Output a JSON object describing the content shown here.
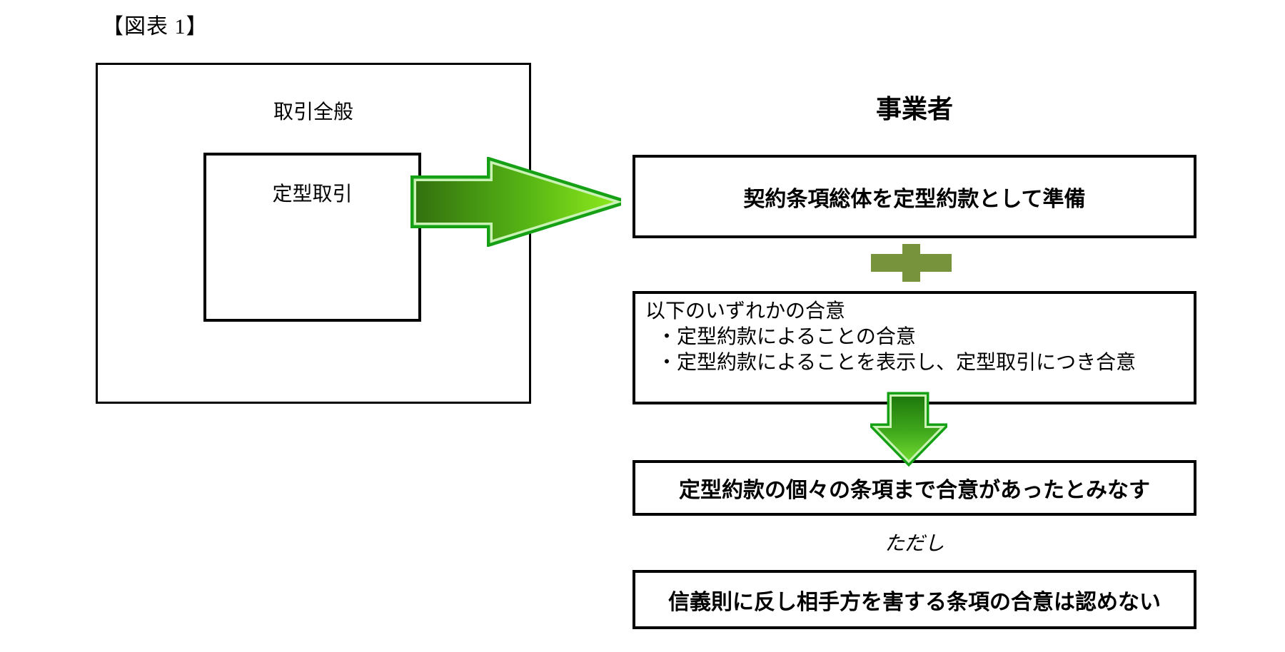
{
  "figure": {
    "title": "【図表 1】"
  },
  "left_diagram": {
    "outer_box_label": "取引全般",
    "inner_box_label": "定型取引"
  },
  "right_flow": {
    "heading": "事業者",
    "step1": "契約条項総体を定型約款として準備",
    "step2_lines": [
      "以下のいずれかの合意",
      "・定型約款によることの合意",
      "・定型約款によることを表示し、定型取引につき合意"
    ],
    "step3": "定型約款の個々の条項まで合意があったとみなす",
    "between_text": "ただし",
    "step4": "信義則に反し相手方を害する条項の合意は認めない"
  },
  "icons": {
    "right_arrow": "right-block-arrow",
    "plus": "plus-sign",
    "down_arrow": "down-block-arrow"
  },
  "colors": {
    "background": "#ffffff",
    "text": "#000000",
    "box_border": "#000000",
    "arrow_border_green": "#16a016",
    "arrow_inner_outline": "#c9f2b4",
    "right_arrow_fill_dark": "#33710f",
    "right_arrow_fill_mid": "#55b414",
    "right_arrow_fill_bright": "#8ce81c",
    "down_arrow_fill_dark": "#1e7a0c",
    "down_arrow_fill_mid": "#3fa81c",
    "down_arrow_fill_bright": "#70d830",
    "plus_fill": "#77933c"
  }
}
